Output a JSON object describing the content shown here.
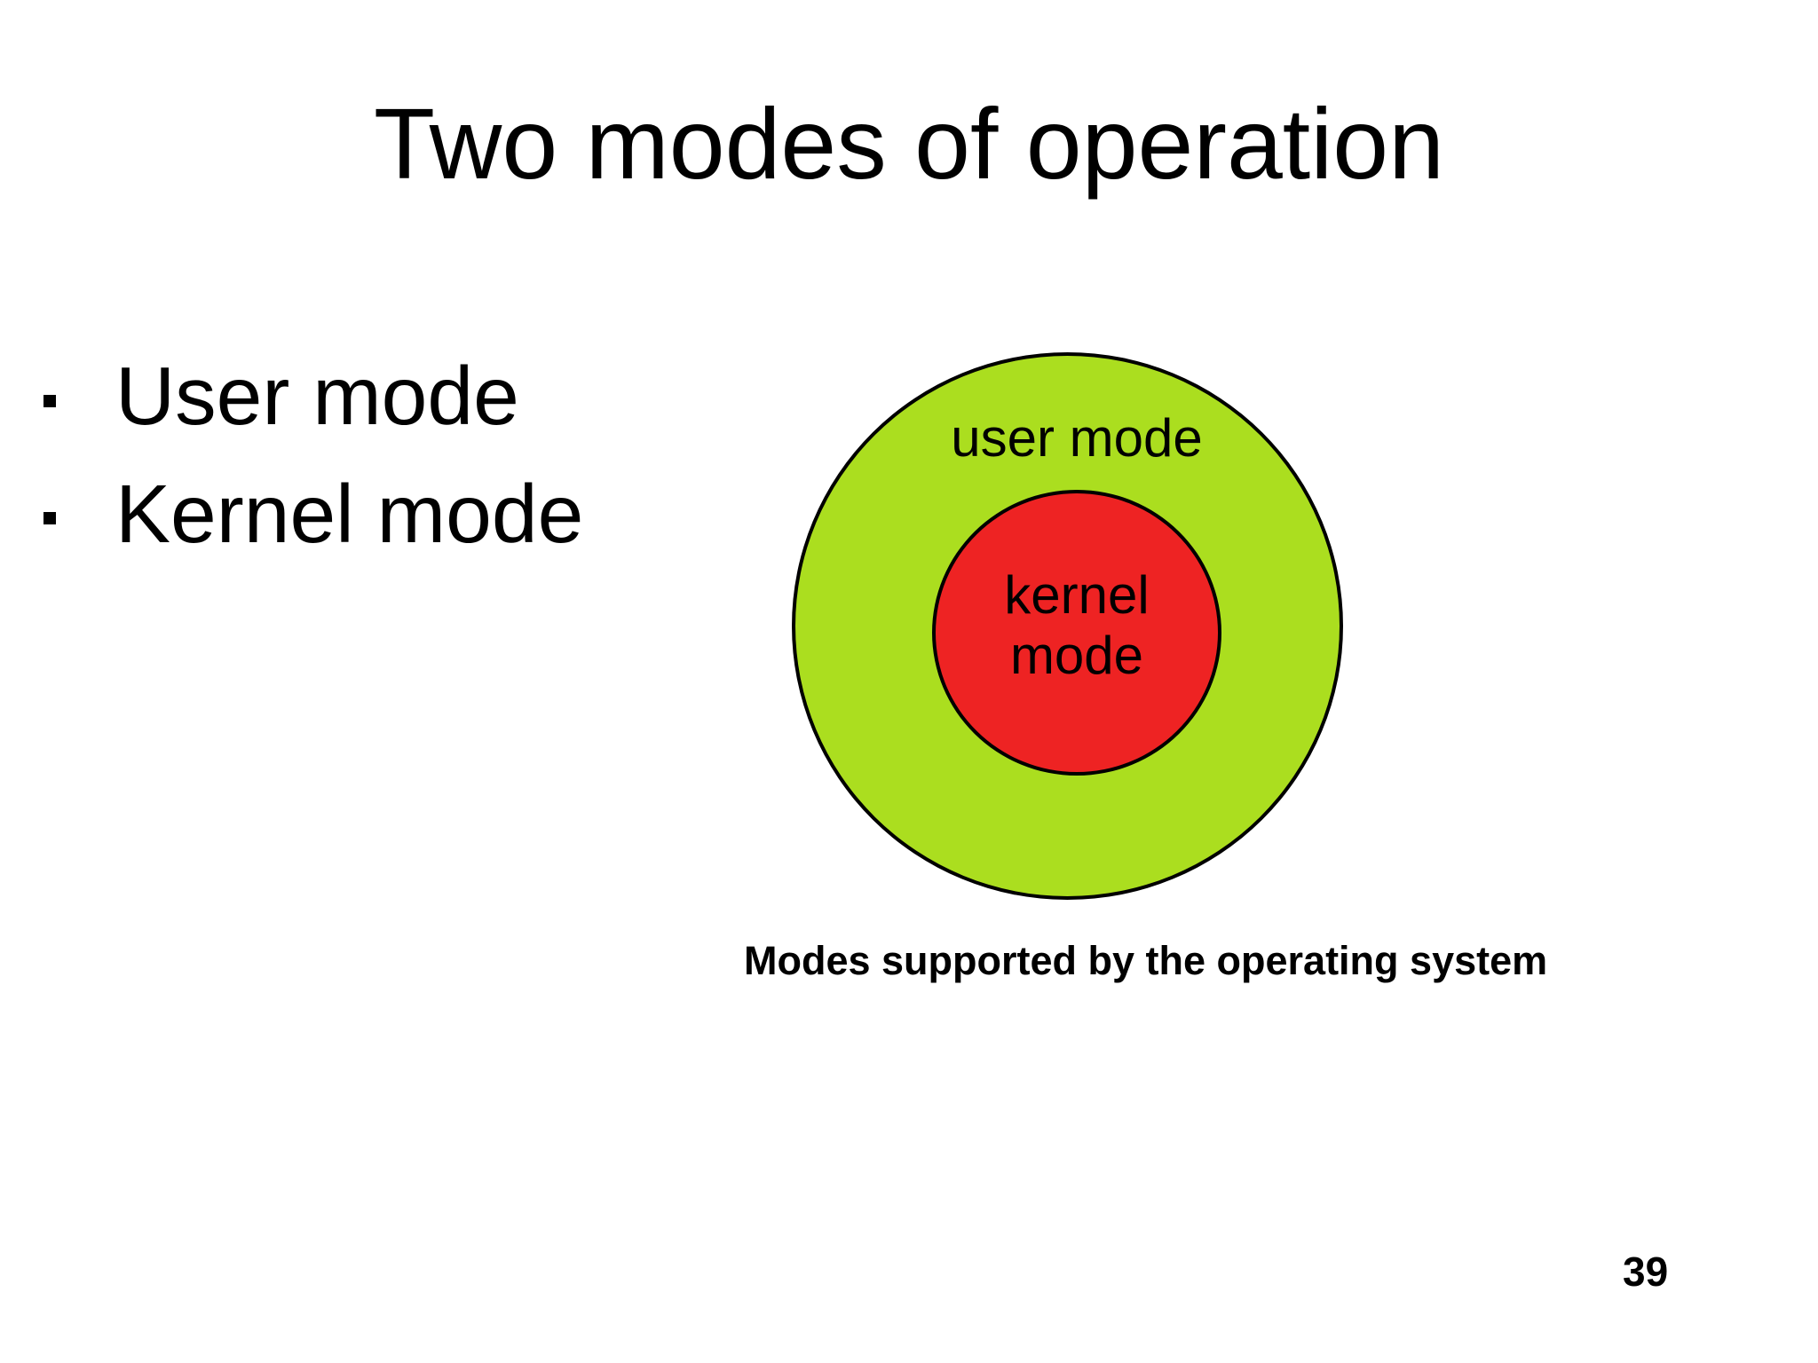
{
  "slide": {
    "title": "Two modes of operation",
    "bullets": [
      {
        "label": "User mode"
      },
      {
        "label": "Kernel mode"
      }
    ],
    "diagram": {
      "outer_label": "user mode",
      "inner_label_line1": "kernel",
      "inner_label_line2": "mode",
      "outer_circle_color": "#ABDE1F",
      "inner_circle_color": "#EE2323",
      "outline_color": "#000000",
      "caption": "Modes supported by the operating system"
    },
    "page_number": "39"
  }
}
